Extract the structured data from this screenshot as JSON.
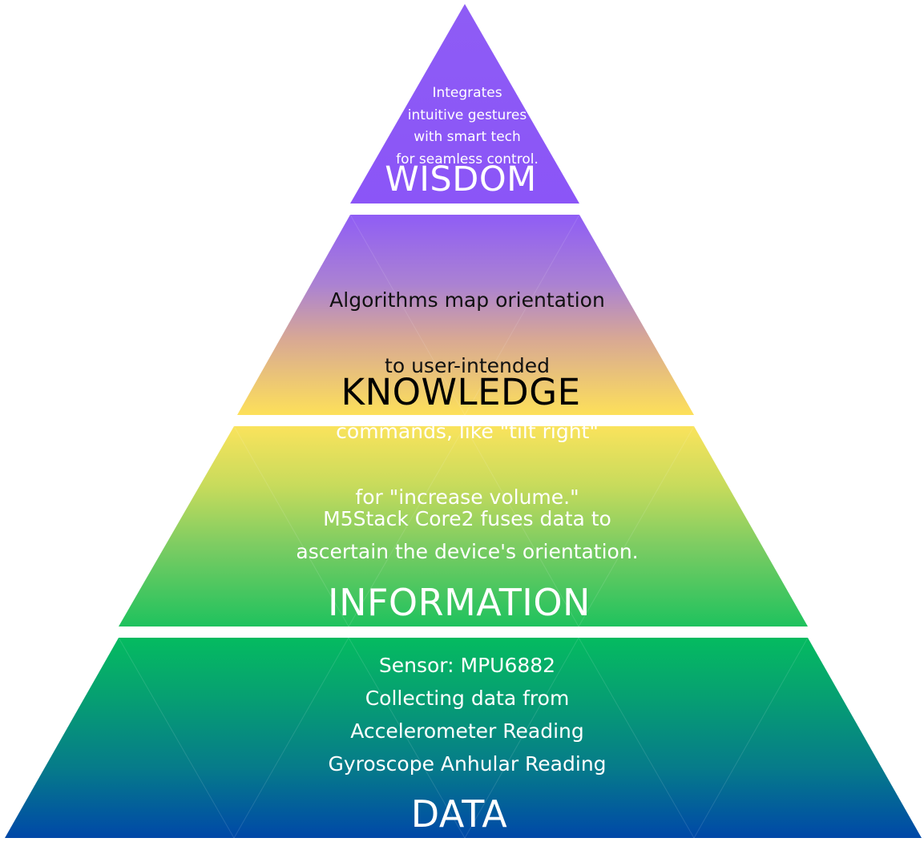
{
  "tiers": {
    "wisdom": {
      "title": "WISDOM",
      "description": "Integrates\nintuitive gestures\nwith smart tech\nfor seamless control."
    },
    "knowledge": {
      "title": "KNOWLEDGE",
      "description_lines": [
        "Algorithms map orientation",
        "to user-intended",
        "commands, like \"tilt right\"",
        "for \"increase volume.\""
      ]
    },
    "information": {
      "title": "INFORMATION",
      "description": "M5Stack Core2 fuses data to\nascertain the device's orientation."
    },
    "data": {
      "title": "DATA",
      "description": "Sensor: MPU6882\nCollecting data from\nAccelerometer Reading\nGyroscope Anhular Reading"
    }
  },
  "colors": {
    "purple": "#8b5cf6",
    "yellow": "#fde047",
    "green": "#22c55e",
    "teal": "#0ea5a0",
    "blue": "#1e40af"
  }
}
